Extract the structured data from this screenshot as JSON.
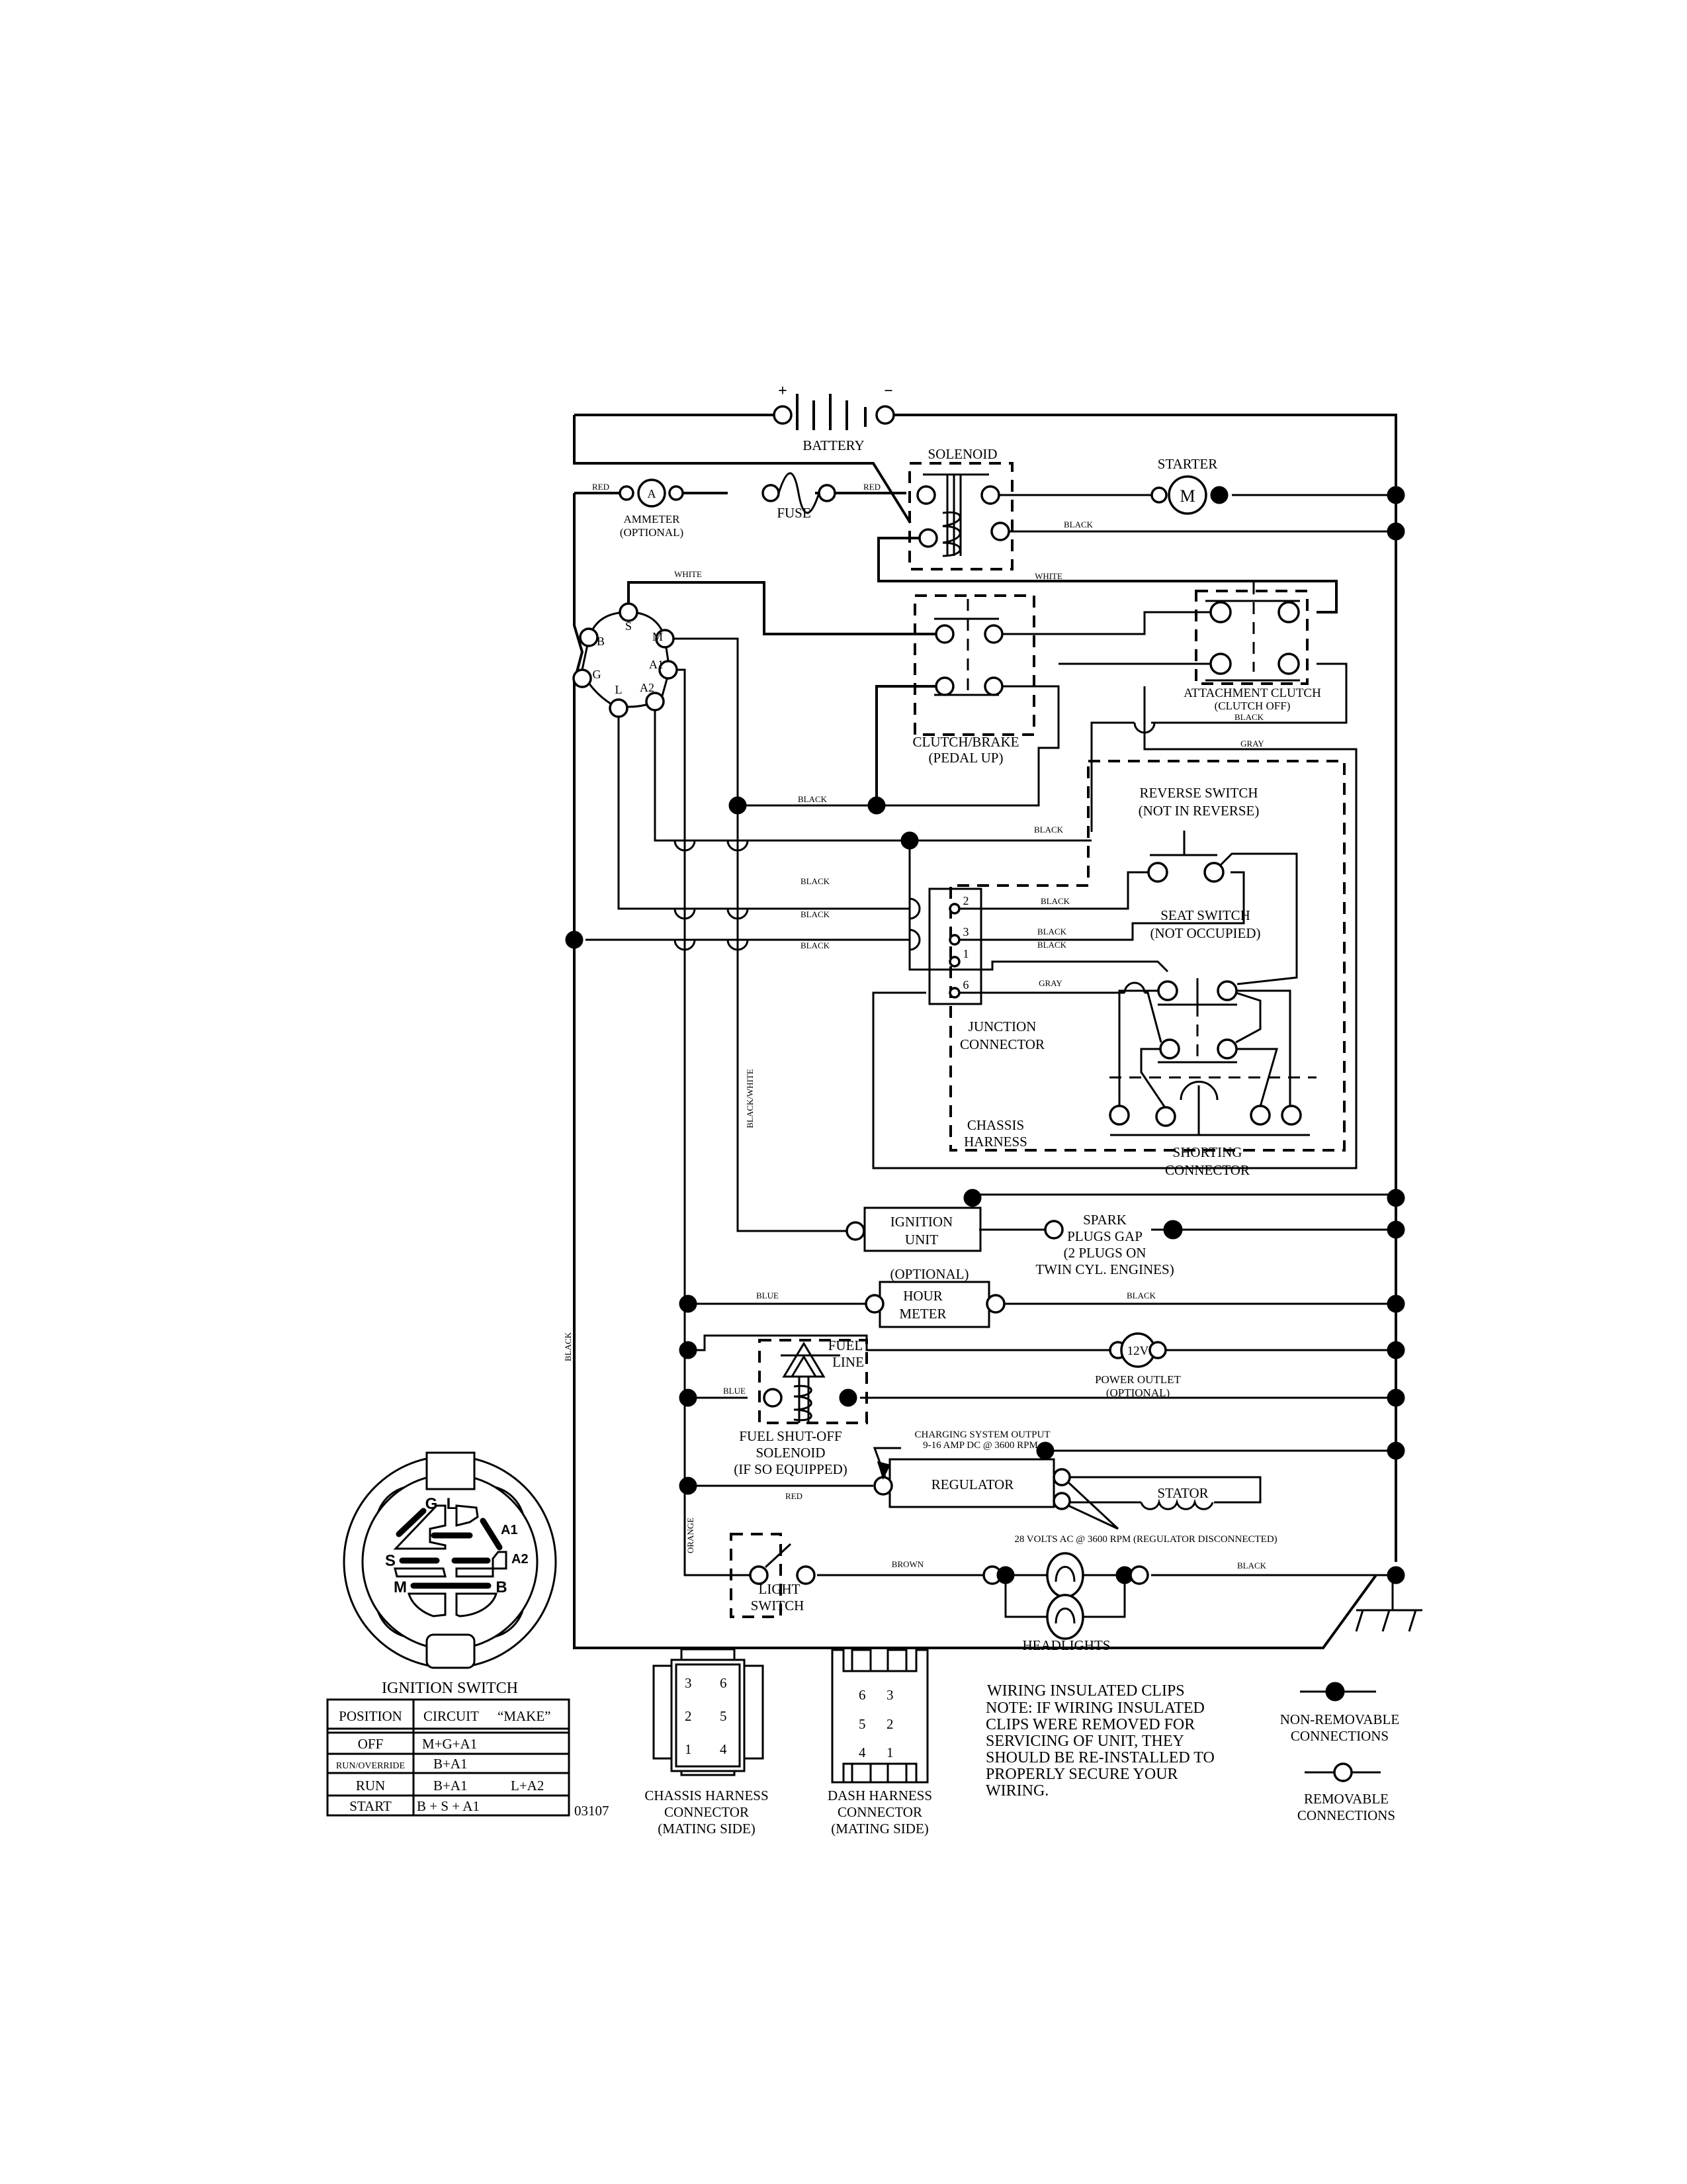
{
  "diagram": {
    "type": "wiring-schematic",
    "battery": {
      "label": "BATTERY",
      "plus": "+",
      "minus": "−"
    },
    "solenoid": {
      "label": "SOLENOID"
    },
    "starter": {
      "label": "STARTER",
      "symbol": "M"
    },
    "ammeter": {
      "symbol": "A",
      "label_line1": "AMMETER",
      "label_line2": "(OPTIONAL)"
    },
    "fuse": {
      "label": "FUSE"
    },
    "ignition_terminals": [
      "S",
      "B",
      "M",
      "A1",
      "G",
      "L",
      "A2"
    ],
    "clutch_brake": {
      "label_line1": "CLUTCH/BRAKE",
      "label_line2": "(PEDAL UP)"
    },
    "attachment_clutch": {
      "label_line1": "ATTACHMENT CLUTCH",
      "label_line2": "(CLUTCH OFF)"
    },
    "reverse_switch": {
      "label_line1": "REVERSE SWITCH",
      "label_line2": "(NOT IN REVERSE)"
    },
    "seat_switch": {
      "label_line1": "SEAT SWITCH",
      "label_line2": "(NOT OCCUPIED)"
    },
    "shorting_connector": {
      "label_line1": "SHORTING",
      "label_line2": "CONNECTOR"
    },
    "junction_connector": {
      "label_line1": "JUNCTION",
      "label_line2": "CONNECTOR",
      "pins": [
        "2",
        "3",
        "1",
        "6"
      ]
    },
    "chassis_harness": {
      "label_line1": "CHASSIS",
      "label_line2": "HARNESS"
    },
    "ignition_unit": {
      "label_line1": "IGNITION",
      "label_line2": "UNIT"
    },
    "spark_plugs": {
      "line1": "SPARK",
      "line2": "PLUGS GAP",
      "line3": "(2 PLUGS ON",
      "line4": "TWIN CYL. ENGINES)"
    },
    "hour_meter": {
      "optional": "(OPTIONAL)",
      "label_line1": "HOUR",
      "label_line2": "METER"
    },
    "fuel_solenoid": {
      "fuel_line1": "FUEL",
      "fuel_line2": "LINE",
      "label_line1": "FUEL SHUT-OFF",
      "label_line2": "SOLENOID",
      "label_line3": "(IF SO EQUIPPED)"
    },
    "power_outlet": {
      "symbol": "12V",
      "label_line1": "POWER OUTLET",
      "label_line2": "(OPTIONAL)"
    },
    "charging": {
      "line1": "CHARGING SYSTEM OUTPUT",
      "line2": "9-16 AMP DC @ 3600 RPM"
    },
    "regulator": {
      "label": "REGULATOR"
    },
    "stator": {
      "label": "STATOR",
      "note": "28 VOLTS AC @ 3600 RPM (REGULATOR DISCONNECTED)"
    },
    "light_switch": {
      "label_line1": "LIGHT",
      "label_line2": "SWITCH"
    },
    "headlights": {
      "label": "HEADLIGHTS"
    },
    "wire_colors": {
      "red": "RED",
      "black": "BLACK",
      "white": "WHITE",
      "gray": "GRAY",
      "blue": "BLUE",
      "black_white": "BLACK/WHITE",
      "orange": "ORANGE",
      "brown": "BROWN"
    }
  },
  "ignition_switch": {
    "title": "IGNITION SWITCH",
    "terminals": [
      "G",
      "L",
      "A1",
      "A2",
      "S",
      "M",
      "B"
    ],
    "table": {
      "headers": [
        "POSITION",
        "CIRCUIT",
        "“MAKE”"
      ],
      "rows": [
        {
          "position": "OFF",
          "c1": "M+G+A1",
          "c2": ""
        },
        {
          "position": "RUN/OVERRIDE",
          "c1": "B+A1",
          "c2": ""
        },
        {
          "position": "RUN",
          "c1": "B+A1",
          "c2": "L+A2"
        },
        {
          "position": "START",
          "c1": "B + S + A1",
          "c2": ""
        }
      ]
    },
    "part_number": "03107"
  },
  "chassis_connector": {
    "pins": [
      "3",
      "6",
      "2",
      "5",
      "1",
      "4"
    ],
    "label_line1": "CHASSIS HARNESS",
    "label_line2": "CONNECTOR",
    "label_line3": "(MATING SIDE)"
  },
  "dash_connector": {
    "pins": [
      "6",
      "3",
      "5",
      "2",
      "4",
      "1"
    ],
    "label_line1": "DASH HARNESS",
    "label_line2": "CONNECTOR",
    "label_line3": "(MATING SIDE)"
  },
  "notes": {
    "title": "WIRING INSULATED CLIPS",
    "lines": [
      "NOTE:  IF WIRING INSULATED",
      "CLIPS WERE REMOVED FOR",
      "SERVICING OF UNIT, THEY",
      "SHOULD BE RE-INSTALLED TO",
      "PROPERLY SECURE YOUR",
      " WIRING."
    ]
  },
  "legend": {
    "non_removable_line1": "NON-REMOVABLE",
    "non_removable_line2": "CONNECTIONS",
    "removable_line1": "REMOVABLE",
    "removable_line2": "CONNECTIONS"
  },
  "colors": {
    "ink": "#000000",
    "paper": "#ffffff"
  }
}
